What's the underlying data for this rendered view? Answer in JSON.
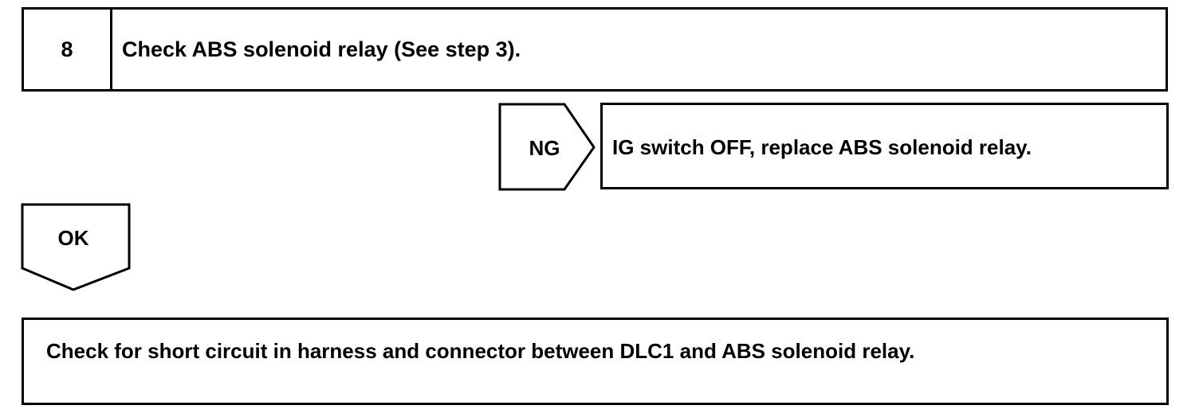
{
  "step": {
    "number": "8",
    "title": "Check ABS solenoid relay (See step 3)."
  },
  "ng_branch": {
    "label": "NG",
    "action": "IG switch OFF, replace ABS solenoid relay."
  },
  "ok_branch": {
    "label": "OK"
  },
  "next_step": {
    "text": "Check for short circuit in harness and connector between DLC1 and ABS solenoid relay."
  }
}
